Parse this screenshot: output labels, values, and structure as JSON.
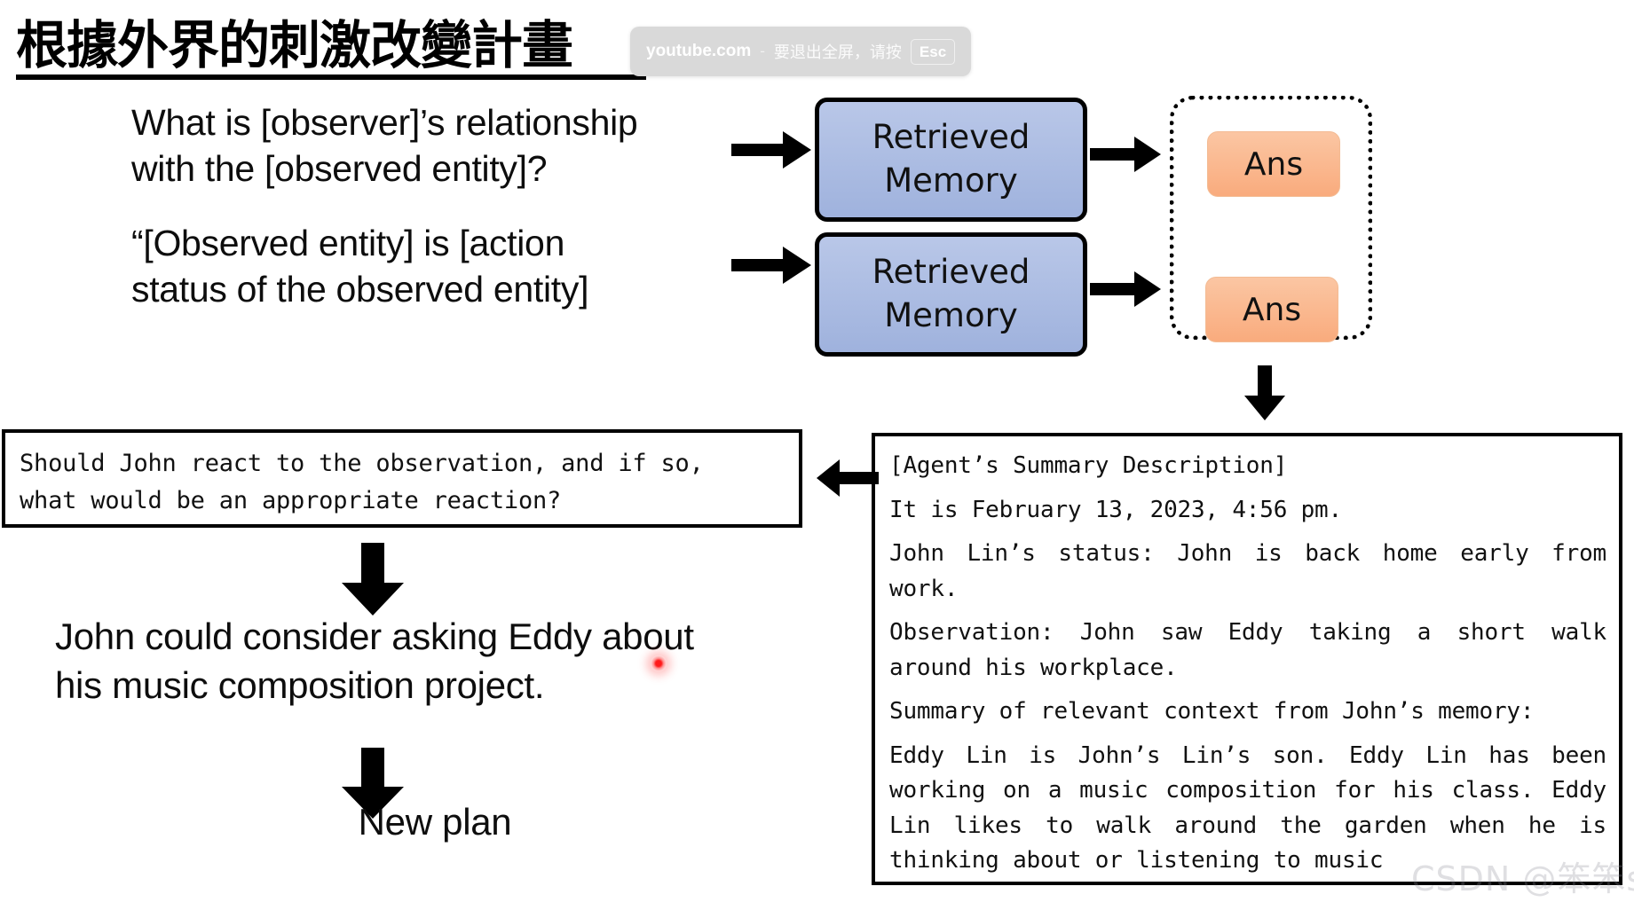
{
  "slide": {
    "title": "根據外界的刺激改變計畫",
    "watermark": "CSDN @笨笨sg"
  },
  "fullscreen_toast": {
    "host": "youtube.com",
    "separator": "-",
    "message": "要退出全屏，请按",
    "key_label": "Esc"
  },
  "prompts": {
    "question_1": "What is [observer]’s relationship\nwith the [observed entity]?",
    "question_2": "“[Observed entity] is [action\nstatus of the observed entity]"
  },
  "flow": {
    "memory_box_1": "Retrieved\nMemory",
    "memory_box_2": "Retrieved\nMemory",
    "ans_box_1": "Ans",
    "ans_box_2": "Ans"
  },
  "reaction_question": "Should John react to the observation, and if so,\nwhat would be an appropriate reaction?",
  "reaction_result": "John could consider asking Eddy about\nhis music composition project.",
  "new_plan_label": "New plan",
  "summary": {
    "header": "[Agent’s Summary Description]",
    "datetime_line": "It is February 13, 2023, 4:56 pm.",
    "status_line": "John Lin’s status: John is back home early from work.",
    "observation_line": "Observation: John saw Eddy taking a short walk around his workplace.",
    "context_header": "Summary of relevant context from John’s memory:",
    "context_body": "Eddy Lin is John’s Lin’s son. Eddy Lin has been working on a music composition for his class. Eddy Lin likes to walk around the garden when he is thinking about or listening to music"
  },
  "colors": {
    "memory_box_fill_top": "#b9c7e8",
    "memory_box_fill_bottom": "#9fb2dd",
    "ans_box_fill_top": "#fbc6a3",
    "ans_box_fill_bottom": "#f9ab7d",
    "outline": "#000000",
    "toast_background": "#d9d9d9",
    "laser_pointer": "#ff1a1a"
  }
}
